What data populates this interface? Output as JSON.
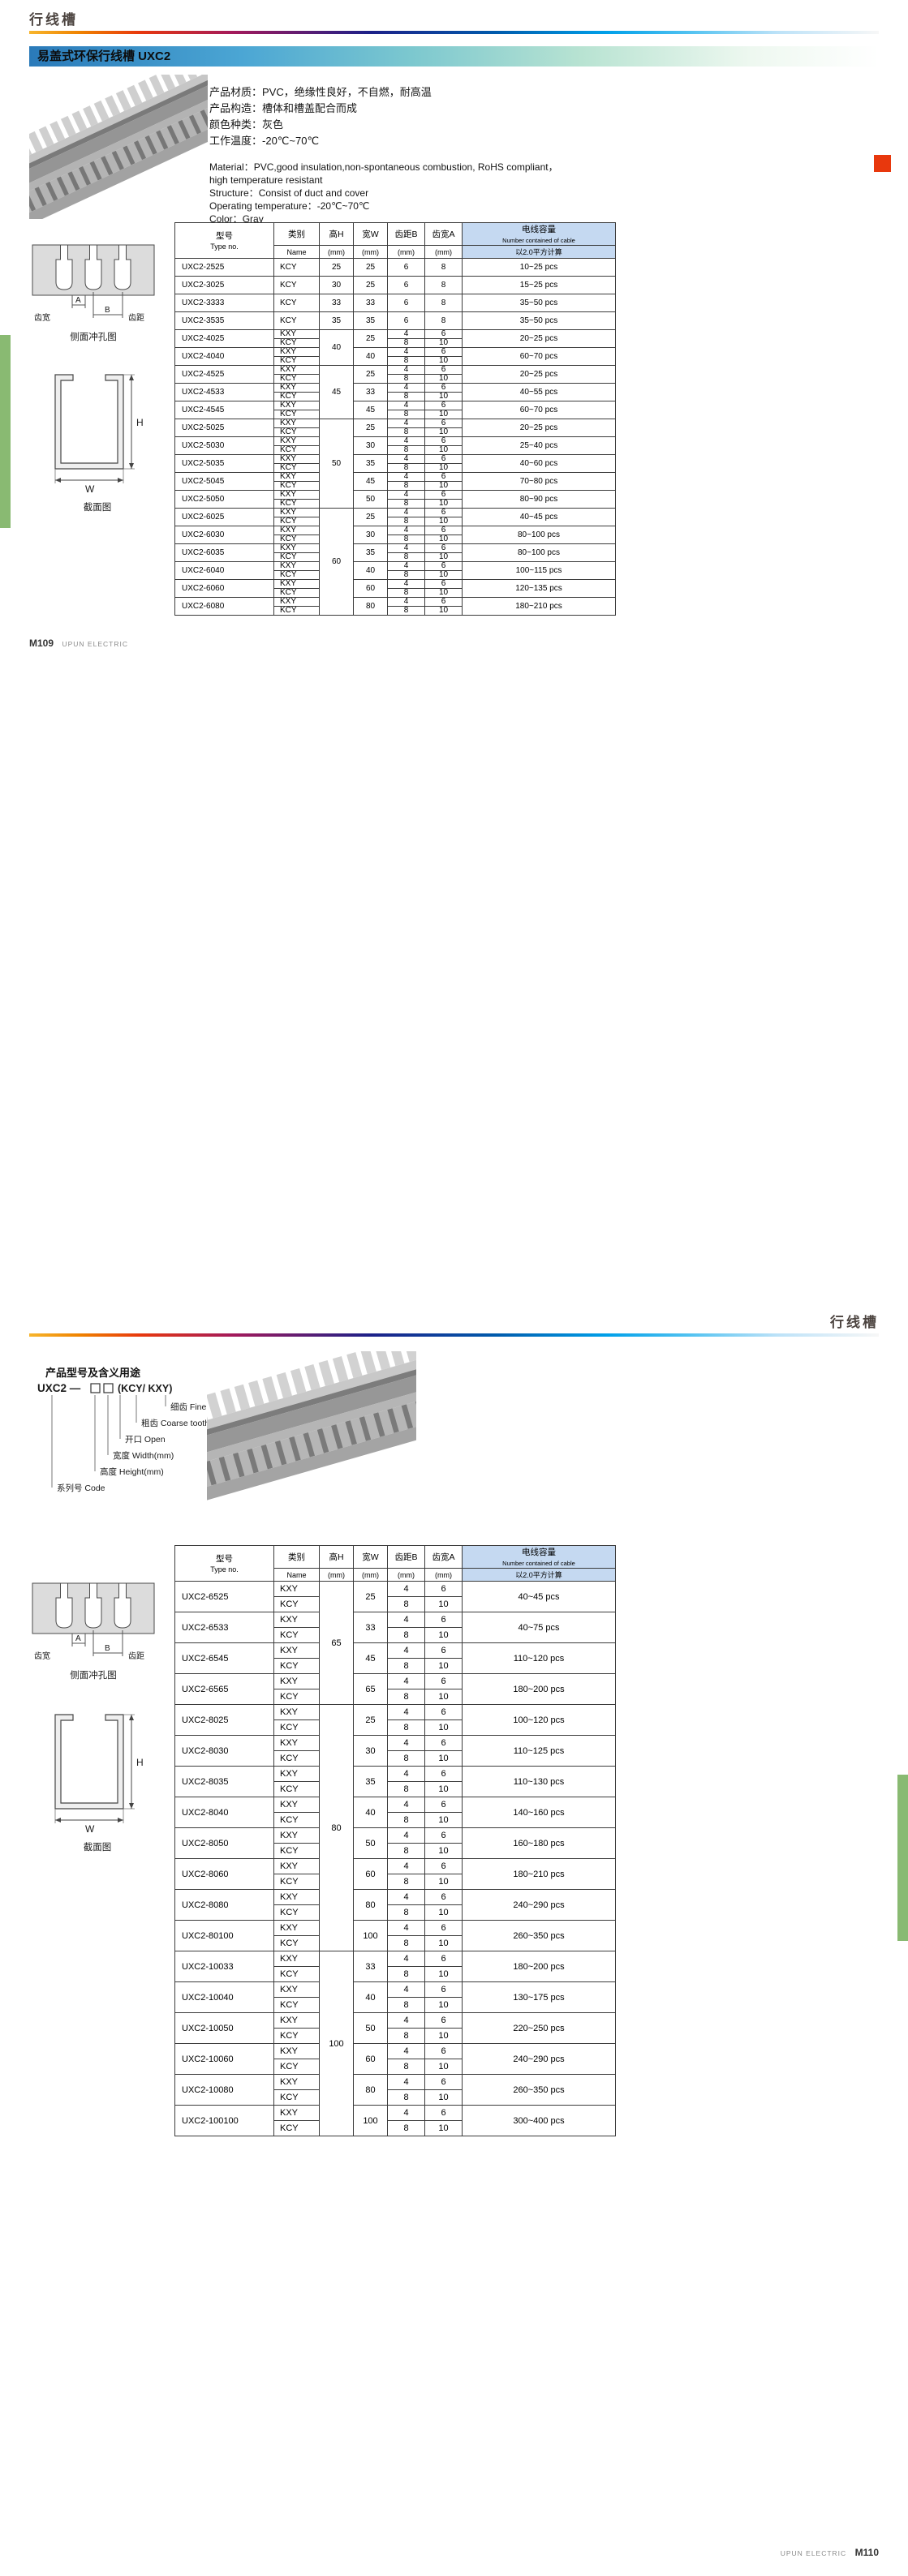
{
  "accent_colors": {
    "tab_green": "#89ba72",
    "red_marker": "#e8380d",
    "capacity_header_bg": "#c5d9f1"
  },
  "page1": {
    "section_title": "行线槽",
    "banner_title": "易盖式环保行线槽  UXC2",
    "specs_cn": [
      {
        "label": "产品材质：",
        "value": "PVC，绝缘性良好，不自燃，耐高温"
      },
      {
        "label": "产品构造：",
        "value": "槽体和槽盖配合而成"
      },
      {
        "label": "颜色种类：",
        "value": "灰色"
      },
      {
        "label": "工作温度：",
        "value": "-20℃~70℃"
      }
    ],
    "specs_en": [
      {
        "label": "Material：",
        "value": "PVC,good insulation,non-spontaneous combustion, RoHS compliant，high temperature resistant"
      },
      {
        "label": "Structure：",
        "value": "Consist of duct and cover"
      },
      {
        "label": "Operating temperature：",
        "value": "-20℃~70℃"
      },
      {
        "label": "Color：",
        "value": "Gray"
      }
    ],
    "footer_page": "M109",
    "footer_brand": "UPUN ELECTRIC"
  },
  "page2": {
    "section_title": "行线槽",
    "model_heading": "产品型号及含义用途",
    "model_prefix": "UXC2 —",
    "model_suffix": "(KCY/ KXY)",
    "model_labels": [
      "细齿 Fine tooth",
      "粗齿 Coarse tooth",
      "开口 Open",
      "宽度 Width(mm)",
      "高度 Height(mm)",
      "系列号 Code"
    ],
    "footer_page": "M110",
    "footer_brand": "UPUN ELECTRIC"
  },
  "diagram_labels": {
    "tooth_width": "齿宽",
    "dim_a": "A",
    "dim_b": "B",
    "tooth_pitch": "齿距",
    "side_caption": "侧面冲孔图",
    "dim_h": "H",
    "dim_w": "W",
    "section_caption": "截面图"
  },
  "table_header": {
    "type_cn": "型号",
    "type_en": "Type no.",
    "name_cn": "类别",
    "name_en": "Name",
    "h_cn": "高H",
    "w_cn": "宽W",
    "b_cn": "齿距B",
    "a_cn": "齿宽A",
    "mm": "(mm)",
    "cap_cn": "电线容量",
    "cap_en": "Number contained of cable",
    "cap_note": "以2.0平方计算"
  },
  "row_patterns": {
    "single": [
      {
        "name": "KCY",
        "b": "6",
        "a": "8"
      }
    ],
    "dual": [
      {
        "name": "KXY",
        "b": "4",
        "a": "6"
      },
      {
        "name": "KCY",
        "b": "8",
        "a": "10"
      }
    ]
  },
  "page1_table_groups": [
    {
      "h": "25",
      "models": [
        {
          "type": "UXC2-2525",
          "w": "25",
          "capacity": "10~25 pcs",
          "rows": "single"
        }
      ]
    },
    {
      "h": "30",
      "models": [
        {
          "type": "UXC2-3025",
          "w": "25",
          "capacity": "15~25 pcs",
          "rows": "single"
        }
      ]
    },
    {
      "h": "33",
      "models": [
        {
          "type": "UXC2-3333",
          "w": "33",
          "capacity": "35~50 pcs",
          "rows": "single"
        }
      ]
    },
    {
      "h": "35",
      "models": [
        {
          "type": "UXC2-3535",
          "w": "35",
          "capacity": "35~50 pcs",
          "rows": "single"
        }
      ]
    },
    {
      "h": "40",
      "models": [
        {
          "type": "UXC2-4025",
          "w": "25",
          "capacity": "20~25 pcs",
          "rows": "dual"
        },
        {
          "type": "UXC2-4040",
          "w": "40",
          "capacity": "60~70 pcs",
          "rows": "dual"
        }
      ]
    },
    {
      "h": "45",
      "models": [
        {
          "type": "UXC2-4525",
          "w": "25",
          "capacity": "20~25 pcs",
          "rows": "dual"
        },
        {
          "type": "UXC2-4533",
          "w": "33",
          "capacity": "40~55 pcs",
          "rows": "dual"
        },
        {
          "type": "UXC2-4545",
          "w": "45",
          "capacity": "60~70 pcs",
          "rows": "dual"
        }
      ]
    },
    {
      "h": "50",
      "models": [
        {
          "type": "UXC2-5025",
          "w": "25",
          "capacity": "20~25 pcs",
          "rows": "dual"
        },
        {
          "type": "UXC2-5030",
          "w": "30",
          "capacity": "25~40 pcs",
          "rows": "dual"
        },
        {
          "type": "UXC2-5035",
          "w": "35",
          "capacity": "40~60 pcs",
          "rows": "dual"
        },
        {
          "type": "UXC2-5045",
          "w": "45",
          "capacity": "70~80 pcs",
          "rows": "dual"
        },
        {
          "type": "UXC2-5050",
          "w": "50",
          "capacity": "80~90 pcs",
          "rows": "dual"
        }
      ]
    },
    {
      "h": "60",
      "models": [
        {
          "type": "UXC2-6025",
          "w": "25",
          "capacity": "40~45 pcs",
          "rows": "dual"
        },
        {
          "type": "UXC2-6030",
          "w": "30",
          "capacity": "80~100 pcs",
          "rows": "dual"
        },
        {
          "type": "UXC2-6035",
          "w": "35",
          "capacity": "80~100 pcs",
          "rows": "dual"
        },
        {
          "type": "UXC2-6040",
          "w": "40",
          "capacity": "100~115 pcs",
          "rows": "dual"
        },
        {
          "type": "UXC2-6060",
          "w": "60",
          "capacity": "120~135 pcs",
          "rows": "dual"
        },
        {
          "type": "UXC2-6080",
          "w": "80",
          "capacity": "180~210 pcs",
          "rows": "dual"
        }
      ]
    }
  ],
  "page2_table_groups": [
    {
      "h": "65",
      "models": [
        {
          "type": "UXC2-6525",
          "w": "25",
          "capacity": "40~45 pcs",
          "rows": "dual"
        },
        {
          "type": "UXC2-6533",
          "w": "33",
          "capacity": "40~75 pcs",
          "rows": "dual"
        },
        {
          "type": "UXC2-6545",
          "w": "45",
          "capacity": "110~120 pcs",
          "rows": "dual"
        },
        {
          "type": "UXC2-6565",
          "w": "65",
          "capacity": "180~200 pcs",
          "rows": "dual"
        }
      ]
    },
    {
      "h": "80",
      "models": [
        {
          "type": "UXC2-8025",
          "w": "25",
          "capacity": "100~120 pcs",
          "rows": "dual"
        },
        {
          "type": "UXC2-8030",
          "w": "30",
          "capacity": "110~125 pcs",
          "rows": "dual"
        },
        {
          "type": "UXC2-8035",
          "w": "35",
          "capacity": "110~130 pcs",
          "rows": "dual"
        },
        {
          "type": "UXC2-8040",
          "w": "40",
          "capacity": "140~160 pcs",
          "rows": "dual"
        },
        {
          "type": "UXC2-8050",
          "w": "50",
          "capacity": "160~180 pcs",
          "rows": "dual"
        },
        {
          "type": "UXC2-8060",
          "w": "60",
          "capacity": "180~210 pcs",
          "rows": "dual"
        },
        {
          "type": "UXC2-8080",
          "w": "80",
          "capacity": "240~290 pcs",
          "rows": "dual"
        },
        {
          "type": "UXC2-80100",
          "w": "100",
          "capacity": "260~350 pcs",
          "rows": "dual"
        }
      ]
    },
    {
      "h": "100",
      "models": [
        {
          "type": "UXC2-10033",
          "w": "33",
          "capacity": "180~200 pcs",
          "rows": "dual"
        },
        {
          "type": "UXC2-10040",
          "w": "40",
          "capacity": "130~175 pcs",
          "rows": "dual"
        },
        {
          "type": "UXC2-10050",
          "w": "50",
          "capacity": "220~250 pcs",
          "rows": "dual"
        },
        {
          "type": "UXC2-10060",
          "w": "60",
          "capacity": "240~290 pcs",
          "rows": "dual"
        },
        {
          "type": "UXC2-10080",
          "w": "80",
          "capacity": "260~350 pcs",
          "rows": "dual"
        },
        {
          "type": "UXC2-100100",
          "w": "100",
          "capacity": "300~400 pcs",
          "rows": "dual"
        }
      ]
    }
  ]
}
